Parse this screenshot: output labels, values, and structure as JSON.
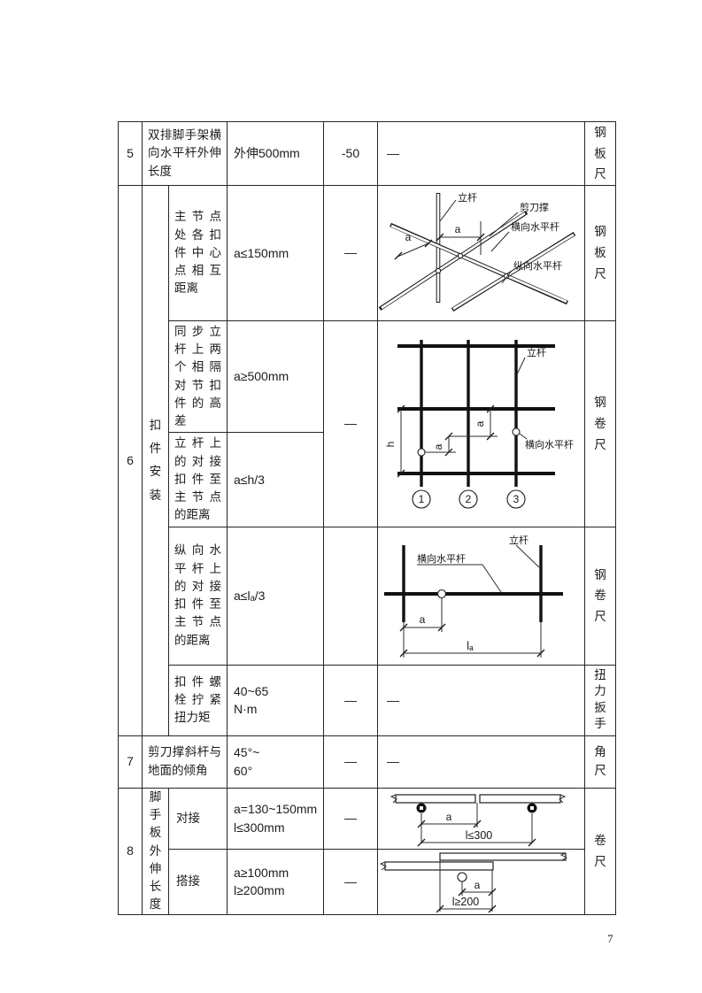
{
  "page": {
    "number": "7"
  },
  "table": {
    "r5": {
      "num": "5",
      "item": "双排脚手架横向水平杆外伸长度",
      "value": "外伸500mm",
      "tol": "-50",
      "diagram_dash": "—",
      "tool": "钢板尺"
    },
    "r6": {
      "num": "6",
      "category": "扣件安装",
      "sr1": {
        "item": "主节点处各扣件中心点相互距离",
        "value": "a≤150mm",
        "tol": "—",
        "tool": "钢板尺"
      },
      "sr2": {
        "item": "同步立杆上两个相隔对节扣件的高差",
        "value": "a≥500mm",
        "tol": "—",
        "tool": "钢卷尺"
      },
      "sr3": {
        "item": "立杆上的对接扣件至主节点的距离",
        "value": "a≤h/3"
      },
      "sr4": {
        "item": "纵向水平杆上的对接扣件至主节点的距离",
        "value": "a≤lₐ/3",
        "tol": "",
        "tool": "钢卷尺"
      },
      "sr5": {
        "item": "扣件螺栓拧紧扭力矩",
        "value": "40~65\nN·m",
        "tol": "—",
        "diagram_dash": "—",
        "tool": "扭力扳手"
      }
    },
    "r7": {
      "num": "7",
      "item": "剪刀撑斜杆与地面的倾角",
      "value": "45°~\n60°",
      "tol": "—",
      "diagram_dash": "—",
      "tool": "角尺"
    },
    "r8": {
      "num": "8",
      "category": "脚手板外伸长度",
      "tool": "卷尺",
      "sr1": {
        "item": "对接",
        "value": "a=130~150mm\nl≤300mm",
        "tol": "—"
      },
      "sr2": {
        "item": "搭接",
        "value": "a≥100mm\nl≥200mm",
        "tol": "—"
      }
    }
  },
  "diagrams": {
    "d1": {
      "pole": "立杆",
      "brace": "剪刀撑",
      "transverse": "横向水平杆",
      "longitudinal": "纵向水平杆",
      "a1": "a",
      "a2": "a"
    },
    "d2": {
      "pole": "立杆",
      "transverse": "横向水平杆",
      "h": "h",
      "a1": "a",
      "a2": "a",
      "axes": [
        "1",
        "2",
        "3"
      ]
    },
    "d3": {
      "pole": "立杆",
      "transverse": "横向水平杆",
      "a": "a",
      "la": "lₐ"
    },
    "d4": {
      "a": "a",
      "l": "l≤300"
    },
    "d5": {
      "a": "a",
      "l": "l≥200"
    }
  }
}
